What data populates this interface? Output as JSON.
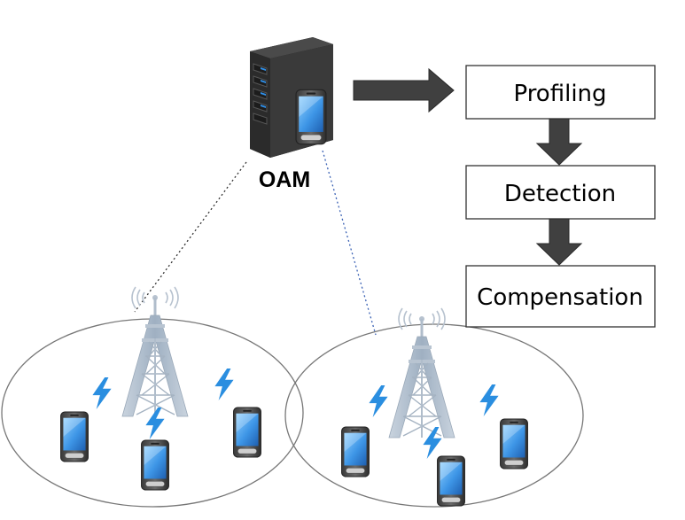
{
  "server": {
    "label": "OAM",
    "icon": "server-icon"
  },
  "pipeline": {
    "steps": [
      {
        "label": "Profiling"
      },
      {
        "label": "Detection"
      },
      {
        "label": "Compensation"
      }
    ]
  },
  "cells": [
    {
      "tower_icon": "cell-tower-icon",
      "phones": 3
    },
    {
      "tower_icon": "cell-tower-icon",
      "phones": 3
    }
  ],
  "colors": {
    "server_body": "#2b2b2b",
    "server_led": "#2f8fe8",
    "arrow": "#404040",
    "box_stroke": "#333333",
    "lightning": "#2a8ee0",
    "tower": "#aab8c8",
    "phone_screen": "#3d95e6",
    "cell_outline": "#777777"
  }
}
